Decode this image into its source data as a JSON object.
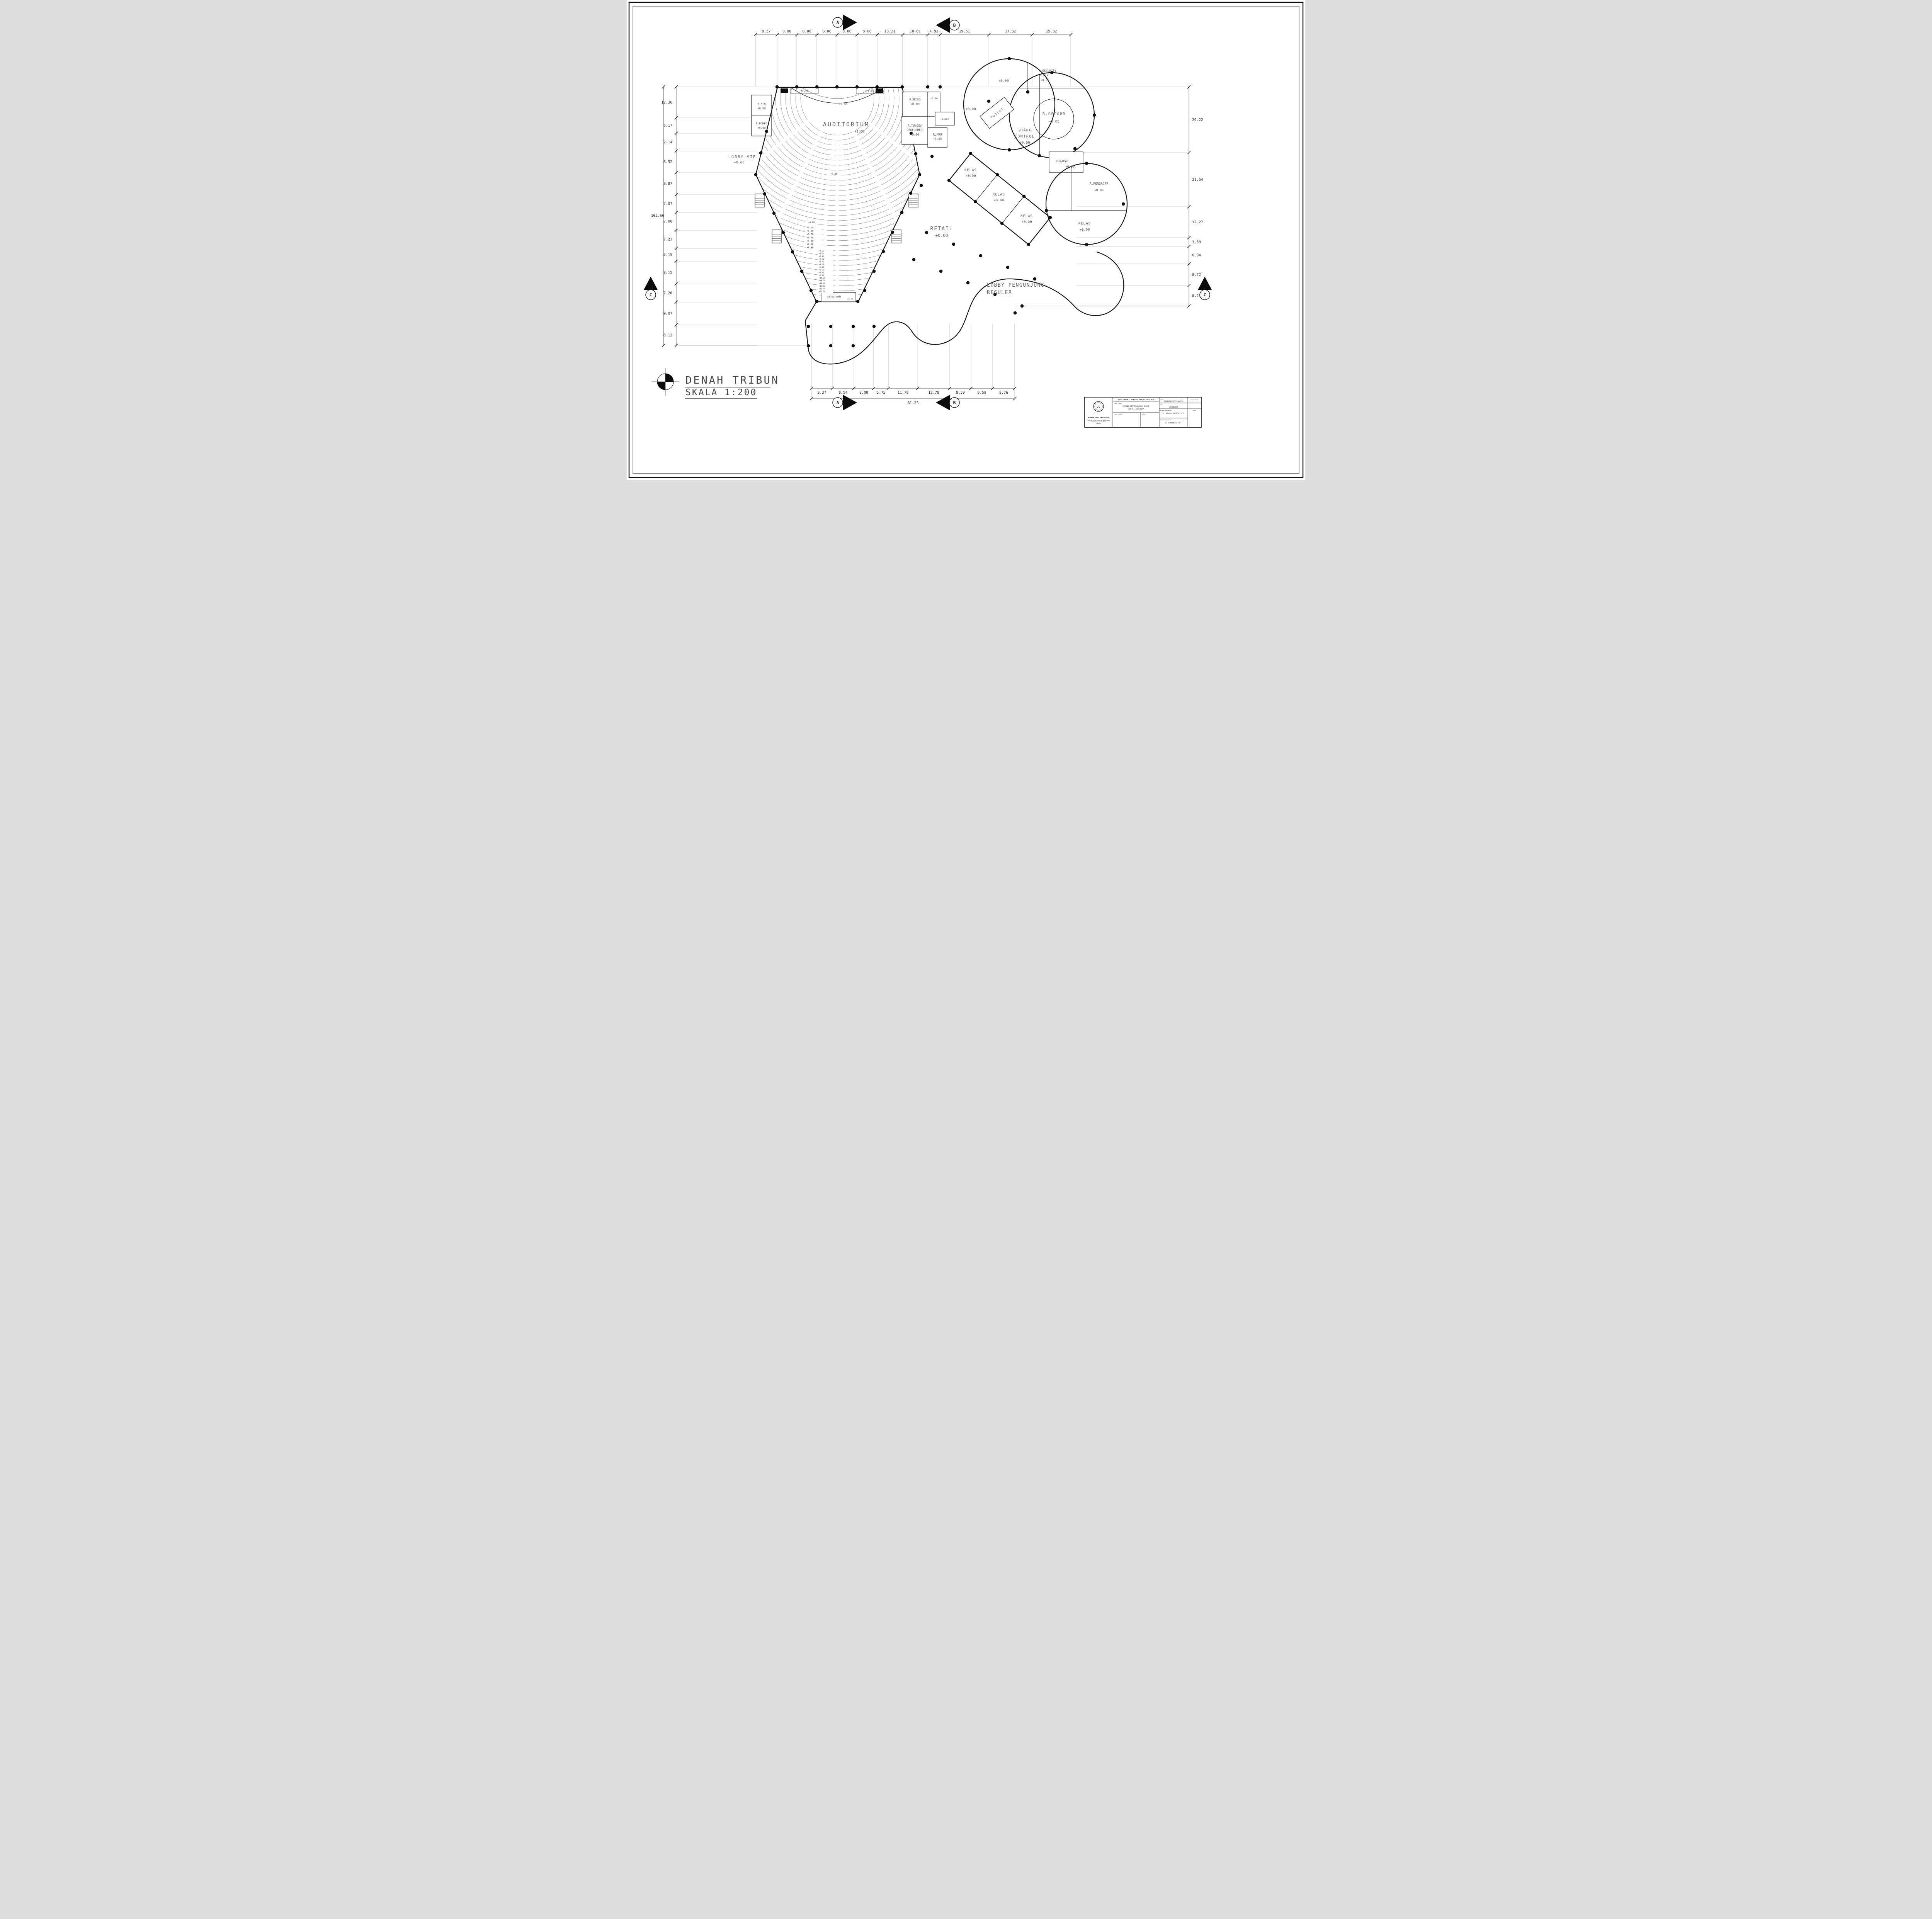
{
  "drawing": {
    "title": "DENAH TRIBUN",
    "scale": "SKALA 1:200"
  },
  "section_markers": {
    "a": "A",
    "b": "B",
    "c": "C"
  },
  "rooms": {
    "auditorium": {
      "name": "AUDITORIUM",
      "level": "+1,00"
    },
    "r_pln": {
      "name": "R.PLN",
      "level": "+0.00"
    },
    "r_pompa": {
      "name": "R.POMPA",
      "level": "+0.00"
    },
    "lobby_vip": {
      "name": "LOBBY VIP",
      "level": "+0.00"
    },
    "r_rias": {
      "name": "R.RIAS",
      "level": "+0.00"
    },
    "toilet_belakang": {
      "name": "TOILET"
    },
    "r_tunggu": {
      "line1": "R.TUNGGU",
      "line2": "PERFORMER",
      "level": "+0.00"
    },
    "r_kru": {
      "name": "R.KRU",
      "level": "+0.00"
    },
    "toilet_kontrol": {
      "name": "TOILET"
    },
    "ruang_kontrol": {
      "line1": "RUANG",
      "line2": "KONTROL",
      "level": "+0.00"
    },
    "r_record": {
      "name": "R.RECORD",
      "level": "+0.00"
    },
    "r_security": {
      "line1": "R.SECURITY",
      "line2": "&CCTV",
      "level": "+0.00"
    },
    "r_rapat": {
      "name": "R.RAPAT",
      "level": "+0.00"
    },
    "r_pengajar": {
      "name": "R.PENGAJAR",
      "level": "+0.00"
    },
    "kelas_1": {
      "name": "KELAS",
      "level": "+0.00"
    },
    "kelas_2": {
      "name": "KELAS",
      "level": "+0.00"
    },
    "kelas_3": {
      "name": "KELAS",
      "level": "+0.00"
    },
    "kelas_4": {
      "name": "KELAS",
      "level": "+0.00"
    },
    "retail": {
      "name": "RETAIL",
      "level": "+0.00"
    },
    "lobby_pengunjung": {
      "line1": "LOBBY PENGUNJUNG",
      "line2": "REGULER"
    },
    "control_room": {
      "name": "CONTROL ROOM",
      "level": "+12.00"
    }
  },
  "spot_levels": {
    "stage": "+2.00",
    "stage_wing_left": "+3.00",
    "stage_wing_right": "+3.00",
    "backstage_corridor": "+0.30",
    "plaza_west": "+0.00",
    "plaza_north": "+0.00",
    "tribune_front": "+0.30",
    "tribune_mid": "+4.00"
  },
  "tribune_levels_upper": [
    "+5.10",
    "+5.40",
    "+5.70",
    "+6.00",
    "+6.30",
    "+6.60",
    "+6.90"
  ],
  "tribune_levels_lower": [
    "+7.20",
    "+7.50",
    "+7.80",
    "+8.10",
    "+8.40",
    "+8.70",
    "+9.00",
    "+9.30",
    "+9.60",
    "+9.90",
    "+10.20",
    "+10.50",
    "+10.80",
    "+11.10",
    "+11.40",
    "+11.70"
  ],
  "dimensions": {
    "top": [
      "8.57",
      "8.00",
      "8.00",
      "8.00",
      "8.00",
      "8.00",
      "10.21",
      "10.01",
      "4.92",
      "19.51",
      "17.32",
      "15.32"
    ],
    "left": [
      "12.36",
      "6.17",
      "7.14",
      "8.52",
      "8.87",
      "7.07",
      "7.06",
      "7.23",
      "5.15",
      "9.15",
      "7.26",
      "9.07",
      "8.12"
    ],
    "left_total": "102.66",
    "right": [
      "26.22",
      "21.64",
      "12.27",
      "3.53",
      "6.94",
      "8.72",
      "8.20"
    ],
    "bottom": [
      "8.37",
      "8.54",
      "8.00",
      "5.75",
      "11.78",
      "12.78",
      "8.59",
      "8.59",
      "8.76"
    ],
    "bottom_total": "81.23"
  },
  "title_block": {
    "header": "TUGAS AKHIR - SEMESTER GANJIL 2024/2025",
    "project_label": "JUDUL TUGAS",
    "project_line1": "GEDUNG PERTUNJUKKAN MUSIK",
    "project_line2": "POP DI SURABAYA",
    "drawing_label": "JUDUL GAMBAR",
    "scale_label": "SKALA",
    "name_label": "NAMA",
    "student_name": "BAMBANG WIDYAHARTA",
    "nrp_label": "NRP",
    "student_id": "B12200115",
    "advisor_label": "DOSEN PEMBIMBING",
    "advisor": "IR. RIDUAN SUKARDI, M.T.",
    "co_advisor_label": "DOSEN PENDAMPING",
    "co_advisor": "IR. HANDINOTO, M.T.",
    "grade_label": "PARAF/NILAI",
    "sheet_label": "JUMLAH",
    "department": "PROGRAM STUDI ARSITEKTUR",
    "faculty": "FAKULTAS TEKNIK SIPIL DAN PERENCANAAN",
    "university": "UNIVERSITAS KRISTEN PETRA",
    "city": "SURABAYA"
  }
}
